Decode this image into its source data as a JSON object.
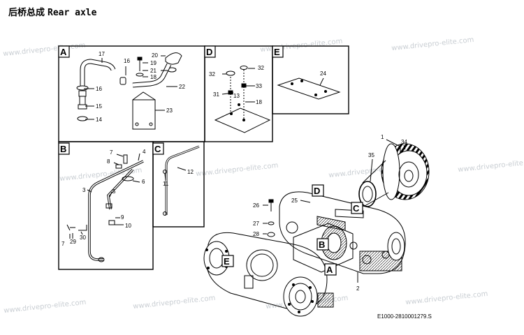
{
  "title_zh": "后桥总成",
  "title_en": "Rear axle",
  "drawing_code": "E1000-2810001279.S",
  "watermark": "www.drivepro-elite.com",
  "sections": {
    "A": "A",
    "B": "B",
    "C": "C",
    "D": "D",
    "E": "E"
  },
  "callouts": {
    "main": {
      "D": "D",
      "C": "C",
      "B": "B",
      "E": "E",
      "A": "A"
    }
  },
  "parts": {
    "p1": "1",
    "p2": "2",
    "p3": "3",
    "p4": "4",
    "p5": "5",
    "p6": "6",
    "p7a": "7",
    "p7b": "7",
    "p8": "8",
    "p9": "9",
    "p10": "10",
    "p11": "11",
    "p12": "12",
    "p13": "13",
    "p14": "14",
    "p15": "15",
    "p16a": "16",
    "p16b": "16",
    "p17": "17",
    "p18a": "18",
    "p18b": "18",
    "p19": "19",
    "p20": "20",
    "p21": "21",
    "p22": "22",
    "p23": "23",
    "p24": "24",
    "p25": "25",
    "p26": "26",
    "p27": "27",
    "p28": "28",
    "p29": "29",
    "p30": "30",
    "p31": "31",
    "p32a": "32",
    "p32b": "32",
    "p33": "33",
    "p34": "34",
    "p35": "35"
  }
}
